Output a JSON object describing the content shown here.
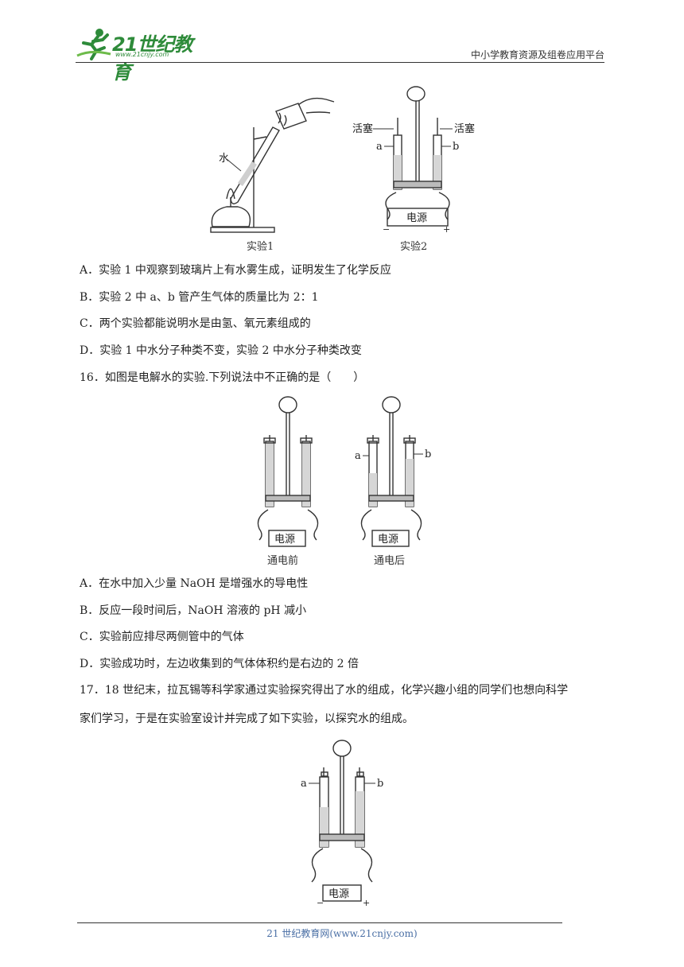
{
  "header": {
    "logo_text": "21世纪教育",
    "logo_url": "www.21cnjy.com",
    "platform": "中小学教育资源及组卷应用平台"
  },
  "figure1": {
    "label_water": "水",
    "caption_left": "实验1",
    "caption_right": "实验2",
    "label_stopcock_left": "活塞",
    "label_stopcock_right": "活塞",
    "label_a": "a",
    "label_b": "b",
    "power": "电源",
    "minus": "−",
    "plus": "+"
  },
  "q15_options": [
    "A．实验 1 中观察到玻璃片上有水雾生成，证明发生了化学反应",
    "B．实验 2 中 a、b 管产生气体的质量比为 2：1",
    "C．两个实验都能说明水是由氢、氧元素组成的",
    "D．实验 1 中水分子种类不变，实验 2 中水分子种类改变"
  ],
  "q16": {
    "stem": "16．如图是电解水的实验.下列说法中不正确的是（　　）",
    "caption_before": "通电前",
    "caption_after": "通电后",
    "label_a": "a",
    "label_b": "b",
    "power": "电源",
    "options": [
      "A．在水中加入少量 NaOH 是增强水的导电性",
      "B．反应一段时间后，NaOH 溶液的 pH 减小",
      "C．实验前应排尽两侧管中的气体",
      "D．实验成功时，左边收集到的气体体积约是右边的 2 倍"
    ]
  },
  "q17": {
    "stem_line1": "17．18 世纪末，拉瓦锡等科学家通过实验探究得出了水的组成，化学兴趣小组的同学们也想向科学",
    "stem_line2": "家们学习，于是在实验室设计并完成了如下实验，以探究水的组成。",
    "label_a": "a",
    "label_b": "b",
    "power": "电源"
  },
  "footer": {
    "text": "21 世纪教育网(www.21cnjy.com)"
  }
}
